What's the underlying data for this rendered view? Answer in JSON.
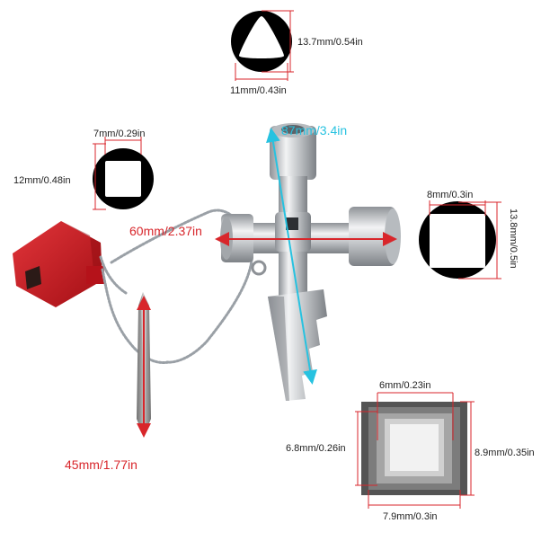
{
  "colors": {
    "measure_red": "#d8262b",
    "measure_cyan": "#27c2e0",
    "metal": "#c8cbcf",
    "plastic_red": "#c8161d"
  },
  "labels": {
    "triangle_height": "13.7mm/0.54in",
    "triangle_width": "11mm/0.43in",
    "small_square_width": "7mm/0.29in",
    "small_square_height": "12mm/0.48in",
    "key_length": "87mm/3.4in",
    "key_width": "60mm/2.37in",
    "right_square_width": "8mm/0.3in",
    "right_square_height": "13.8mm/0.5in",
    "bit_length": "45mm/1.77in",
    "stepped_top": "6mm/0.23in",
    "stepped_left": "6.8mm/0.26in",
    "stepped_right": "8.9mm/0.35in",
    "stepped_bottom": "7.9mm/0.3in"
  },
  "icons": {
    "triangle_socket": "triangle-socket-icon",
    "square_socket_small": "square-socket-icon",
    "square_socket_large": "square-socket-icon",
    "stepped_square": "stepped-square-socket-icon"
  }
}
